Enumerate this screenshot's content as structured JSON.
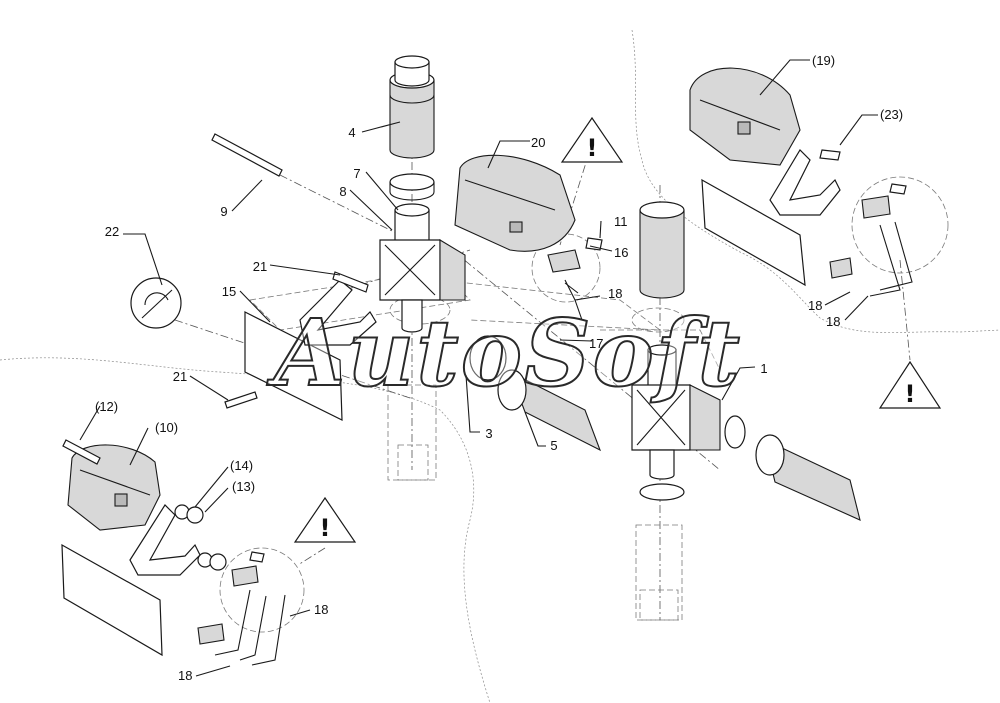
{
  "watermark": "AutoSoft",
  "warning_symbol": "!",
  "labels": {
    "p1": "1",
    "p3": "3",
    "p4": "4",
    "p5": "5",
    "p7": "7",
    "p8": "8",
    "p9": "9",
    "p10": "(10)",
    "p11": "11",
    "p12": "(12)",
    "p13": "(13)",
    "p14": "(14)",
    "p15": "15",
    "p16": "16",
    "p17": "17",
    "p18a": "18",
    "p18b": "18",
    "p18c": "18",
    "p18d": "18",
    "p18e": "18",
    "p19": "(19)",
    "p20": "20",
    "p21a": "21",
    "p21b": "21",
    "p22": "22",
    "p23": "(23)"
  },
  "colors": {
    "line": "#1a1a1a",
    "part_fill": "#ffffff",
    "shade": "#d8d8d8",
    "dark_shade": "#b9b9b9",
    "background": "#ffffff"
  }
}
